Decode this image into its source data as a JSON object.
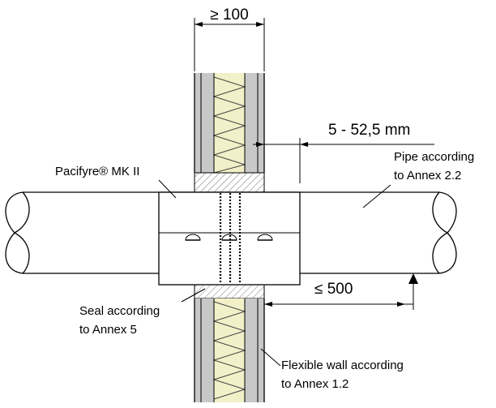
{
  "dimensions": {
    "wall_thickness": "≥ 100",
    "annular_gap": "5 - 52,5 mm",
    "support_distance": "≤ 500"
  },
  "labels": {
    "collar": "Pacifyre® MK II",
    "pipe_line1": "Pipe according",
    "pipe_line2": "to Annex 2.2",
    "seal_line1": "Seal according",
    "seal_line2": "to Annex 5",
    "wall_line1": "Flexible wall according",
    "wall_line2": "to Annex 1.2"
  },
  "colors": {
    "line": "#000000",
    "wall_board": "#c8c8c8",
    "insulation": "#f2f0c8",
    "seal": "#d4d4d4"
  }
}
